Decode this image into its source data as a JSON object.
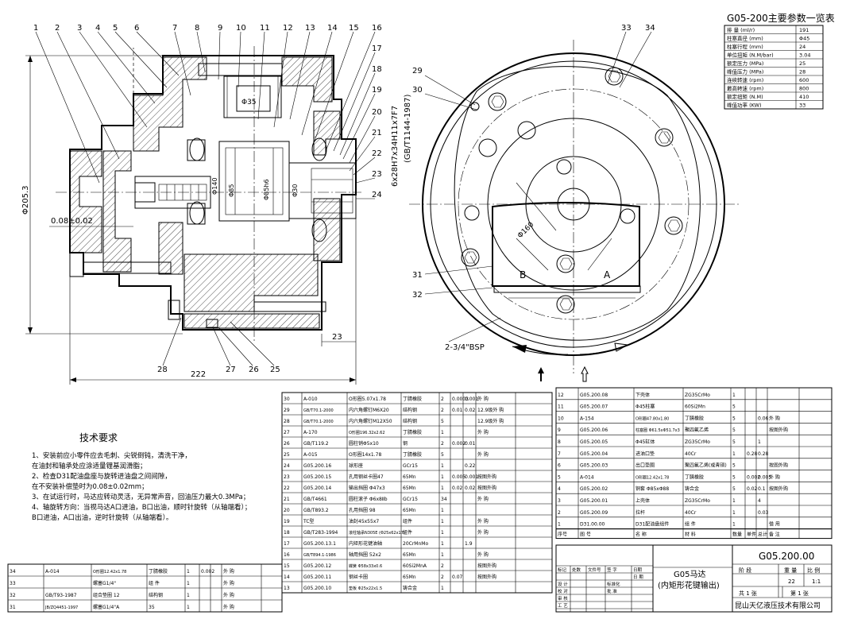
{
  "params_table": {
    "title": "G05-200主要参数一览表",
    "rows": [
      {
        "label": "排  量 (ml/r)",
        "value": "191"
      },
      {
        "label": "柱塞直径 (mm)",
        "value": "Φ45"
      },
      {
        "label": "柱塞行程 (mm)",
        "value": "24"
      },
      {
        "label": "单位扭矩 (N.M/bar)",
        "value": "3.04"
      },
      {
        "label": "额定压力 (MPa)",
        "value": "25"
      },
      {
        "label": "峰值压力 (MPa)",
        "value": "28"
      },
      {
        "label": "连续转速 (rpm)",
        "value": "600"
      },
      {
        "label": "最高转速 (rpm)",
        "value": "800"
      },
      {
        "label": "额定扭矩 (N.M)",
        "value": "410"
      },
      {
        "label": "峰值功率 (KW)",
        "value": "33"
      }
    ]
  },
  "dimensions": {
    "d205": "Φ205.3",
    "clearance": "0.08±0.02",
    "len222": "222",
    "len23": "23",
    "d35": "Φ35",
    "d85": "Φ85",
    "d85h6": "Φ85h6",
    "d140": "Φ140",
    "d30": "Φ30",
    "d160": "Φ160",
    "spline": "6x28H7x34H11x7F7",
    "spline_std": "(GB/T1144-1987)",
    "port": "2-3/4\"BSP",
    "view_a": "A",
    "view_b": "B"
  },
  "balloons_left": [
    "1",
    "2",
    "3",
    "4",
    "5",
    "6",
    "7",
    "8",
    "9",
    "10",
    "11",
    "12",
    "13",
    "14",
    "15",
    "16",
    "17",
    "18",
    "19",
    "20",
    "21",
    "22",
    "23",
    "24",
    "25",
    "26",
    "27",
    "28"
  ],
  "balloons_right": [
    "29",
    "30",
    "31",
    "32",
    "33",
    "34"
  ],
  "tech_req": {
    "title": "技术要求",
    "lines": [
      "1、安装前应小零件应去毛刺、尖锐倒钝，清洗干净，",
      "    在油封和轴承处应涂适量锂基润滑脂；",
      "2、检查D31配油盘座与旋转进油盘之间间隙，",
      "    在不安装补偿垫时为0.08±0.02mm；",
      "3、在试运行时，马达应转动灵活，无异常声音，回油压力最大0.3MPa；",
      "4、轴旋转方向：当视马达A口进油，B口出油，顺时针旋转（从轴端看）；",
      "    B口进油，A口出油，逆时针旋转（从轴端看）。"
    ]
  },
  "bom_mid": [
    [
      "30",
      "A-010",
      "O形圈5.07x1.78",
      "丁腈橡胶",
      "2",
      "0.0003",
      "0.001",
      "外  购",
      ""
    ],
    [
      "29",
      "GB/T70.1-2000",
      "内六角螺钉M6X20",
      "结构钢",
      "2",
      "0.01",
      "0.02",
      "12.9级外  购",
      ""
    ],
    [
      "28",
      "GB/T70.1-2000",
      "内六角螺钉M12X50",
      "结构钢",
      "5",
      "",
      "",
      "12.9级外  购",
      ""
    ],
    [
      "27",
      "A-170",
      "O形圈196.32x2.62",
      "丁腈橡胶",
      "1",
      "",
      "",
      "外  购",
      ""
    ],
    [
      "26",
      "GB/T119.2",
      "圆柱销Φ5x10",
      "钢",
      "2",
      "0.002",
      "0.01",
      "",
      ""
    ],
    [
      "25",
      "A-015",
      "O形圈14x1.78",
      "丁腈橡胶",
      "5",
      "",
      "",
      "外  购",
      ""
    ],
    [
      "24",
      "G05.200.16",
      "球形座",
      "GCr15",
      "1",
      "",
      "0.22",
      "",
      ""
    ],
    [
      "23",
      "G05.200.15",
      "孔用钢丝卡圈47",
      "65Mn",
      "1",
      "0.005",
      "0.001",
      "按图外购",
      ""
    ],
    [
      "22",
      "G05.200.14",
      "输出挡圈 Φ47x3",
      "65Mn",
      "1",
      "0.02",
      "0.02",
      "按图外购",
      ""
    ],
    [
      "21",
      "GB/T4661",
      "圆柱滚子 Φ6x8Ⅱb",
      "GCr15",
      "34",
      "",
      "",
      "外  购",
      ""
    ],
    [
      "20",
      "GB/T893.2",
      "孔用挡圈 98",
      "65Mn",
      "1",
      "",
      "",
      "",
      ""
    ],
    [
      "19",
      "TC型",
      "油封45x55x7",
      "组件",
      "1",
      "",
      "",
      "外  购",
      ""
    ],
    [
      "18",
      "GB/T283-1994",
      "滚柱轴承N305E (Φ25x62x17)",
      "组件",
      "1",
      "",
      "",
      "外  购",
      ""
    ],
    [
      "17",
      "G05.200.13.1",
      "内矩形花键油轴",
      "20CrMnMo",
      "1",
      "",
      "1.9",
      "",
      ""
    ],
    [
      "16",
      "GB/T894.1-1986",
      "轴用挡圈 52x2",
      "65Mn",
      "1",
      "",
      "",
      "外  购",
      ""
    ],
    [
      "15",
      "G05.200.12",
      "蝶簧 Φ58x33x0.6",
      "60Si2MnA",
      "2",
      "",
      "",
      "按图外购",
      ""
    ],
    [
      "14",
      "G05.200.11",
      "钢丝卡圈",
      "65Mn",
      "2",
      "0.07",
      "",
      "按图外购",
      ""
    ],
    [
      "13",
      "G05.200.10",
      "垫板 Φ25x22x1.5",
      "铸合金",
      "1",
      "",
      "",
      "",
      ""
    ]
  ],
  "bom_right": [
    [
      "12",
      "G05.200.08",
      "下壳体",
      "ZG35CrMo",
      "1",
      "",
      "",
      "",
      ""
    ],
    [
      "11",
      "G05.200.07",
      "Φ45柱塞",
      "60Si2Mn",
      "5",
      "",
      "",
      "",
      ""
    ],
    [
      "10",
      "A-154",
      "O形圈47.80x1.80",
      "丁腈橡胶",
      "5",
      "",
      "0.06",
      "外  购",
      ""
    ],
    [
      "9",
      "G05.200.06",
      "柱塞圈 Φ61.5xΦ51.7x3",
      "聚四氟乙烯",
      "5",
      "",
      "",
      "按图外购",
      ""
    ],
    [
      "8",
      "G05.200.05",
      "Φ45缸体",
      "ZG35CrMo",
      "5",
      "",
      "1",
      "",
      ""
    ],
    [
      "7",
      "G05.200.04",
      "进油口垫",
      "40Cr",
      "1",
      "0.28",
      "0.28",
      "",
      ""
    ],
    [
      "6",
      "G05.200.03",
      "出口垫圈",
      "聚四氟乙烯(或青铜)",
      "5",
      "",
      "",
      "按图外购",
      ""
    ],
    [
      "5",
      "A-014",
      "O形圈12.42x1.78",
      "丁腈橡胶",
      "5",
      "0.002",
      "0.005",
      "外  购",
      ""
    ],
    [
      "4",
      "G05.200.02",
      "铜套 Φ85xΦ88",
      "铸合金",
      "5",
      "0.02",
      "0.1",
      "按图外购",
      ""
    ],
    [
      "3",
      "G05.200.01",
      "上壳体",
      "ZG35CrMo",
      "1",
      "",
      "4",
      "",
      ""
    ],
    [
      "2",
      "G05.200.09",
      "拉杆",
      "40Cr",
      "1",
      "",
      "0.03",
      "",
      ""
    ],
    [
      "1",
      "D31.00.00",
      "D31配油盘组件",
      "组  件",
      "1",
      "",
      "",
      "借  用",
      ""
    ]
  ],
  "bom_right_header": [
    "序号",
    "图  号",
    "名  称",
    "材  料",
    "数量",
    "单件",
    "总计",
    "备  注"
  ],
  "bom_left": [
    [
      "34",
      "A-014",
      "O形圈12.42x1.78",
      "丁腈橡胶",
      "1",
      "0.002",
      "",
      "外  购",
      ""
    ],
    [
      "33",
      "",
      "螺塞G1/4\"",
      "组  件",
      "1",
      "",
      "",
      "外  购",
      ""
    ],
    [
      "32",
      "GB/T93-1987",
      "组合垫圈 12",
      "结构钢",
      "1",
      "",
      "",
      "外  购",
      ""
    ],
    [
      "31",
      "JB/ZQ4451-1997",
      "螺塞G1/4\"A",
      "35",
      "1",
      "",
      "",
      "外  购",
      ""
    ]
  ],
  "title_block": {
    "name_line1": "G05马达",
    "name_line2": "(内矩形花键输出)",
    "drawing_no": "G05.200.00",
    "col_stage": "阶  段",
    "col_mass": "重  量",
    "col_scale": "比  例",
    "mass": "22",
    "scale": "1:1",
    "sheets": "共  1  张",
    "sheet": "第  1  张",
    "company": "昆山天亿液压技术有限公司",
    "labels": [
      "标记",
      "处数",
      "文件号",
      "签  字",
      "日期",
      "设  计",
      "标准化",
      "校  对",
      "审  核",
      "工  艺",
      "批  准",
      "日  期"
    ]
  },
  "colors": {
    "ink": "#000000",
    "paper": "#ffffff"
  }
}
